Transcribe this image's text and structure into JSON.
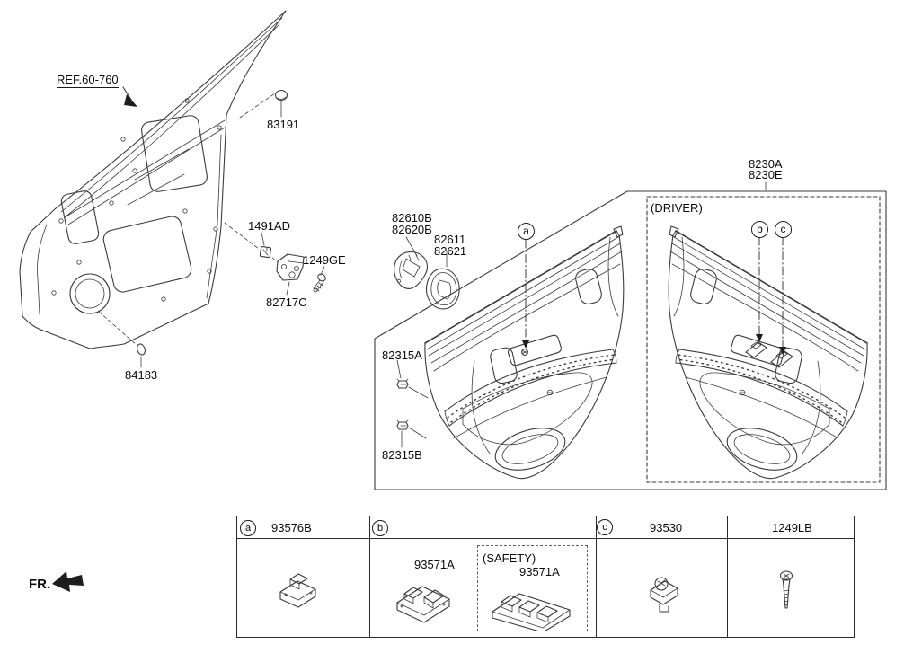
{
  "labels": {
    "ref": "REF.60-760",
    "grommet": "83191",
    "clip_upper": "1491AD",
    "bolt": "1249GE",
    "bracket": "82717C",
    "ring": "84183",
    "handle_a": "82610B",
    "handle_b": "82620B",
    "bezel_a": "82611",
    "bezel_b": "82621",
    "clip_front": "82315A",
    "clip_rear": "82315B",
    "trim_a": "8230A",
    "trim_e": "8230E",
    "driver": "(DRIVER)",
    "fr": "FR."
  },
  "callouts": {
    "a": "a",
    "b": "b",
    "c": "c"
  },
  "table": {
    "cells": [
      {
        "callout": "a",
        "part": "93576B"
      },
      {
        "callout": "b",
        "part": ""
      },
      {
        "callout": "c",
        "part": "93530"
      },
      {
        "callout": "",
        "part": "1249LB"
      }
    ],
    "b_main_part": "93571A",
    "safety_label": "(SAFETY)",
    "safety_part": "93571A"
  }
}
